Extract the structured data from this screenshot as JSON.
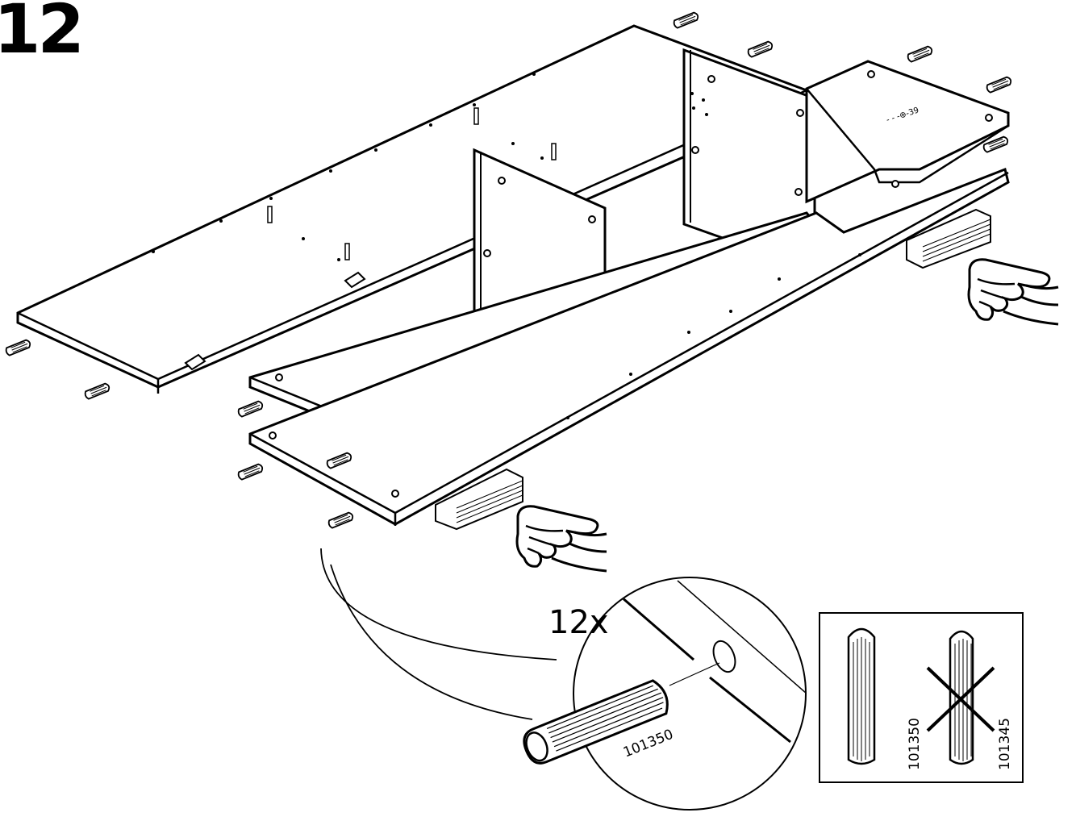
{
  "step": {
    "number": "12"
  },
  "detail": {
    "quantity": "12x",
    "dowel_code": "101350"
  },
  "comparison": {
    "correct_code": "101350",
    "wrong_code": "101345"
  },
  "icons": [
    "pointing-hand-icon",
    "wooden-dowel-icon",
    "cross-mark-icon"
  ],
  "colors": {
    "line": "#000000",
    "background": "#ffffff"
  }
}
